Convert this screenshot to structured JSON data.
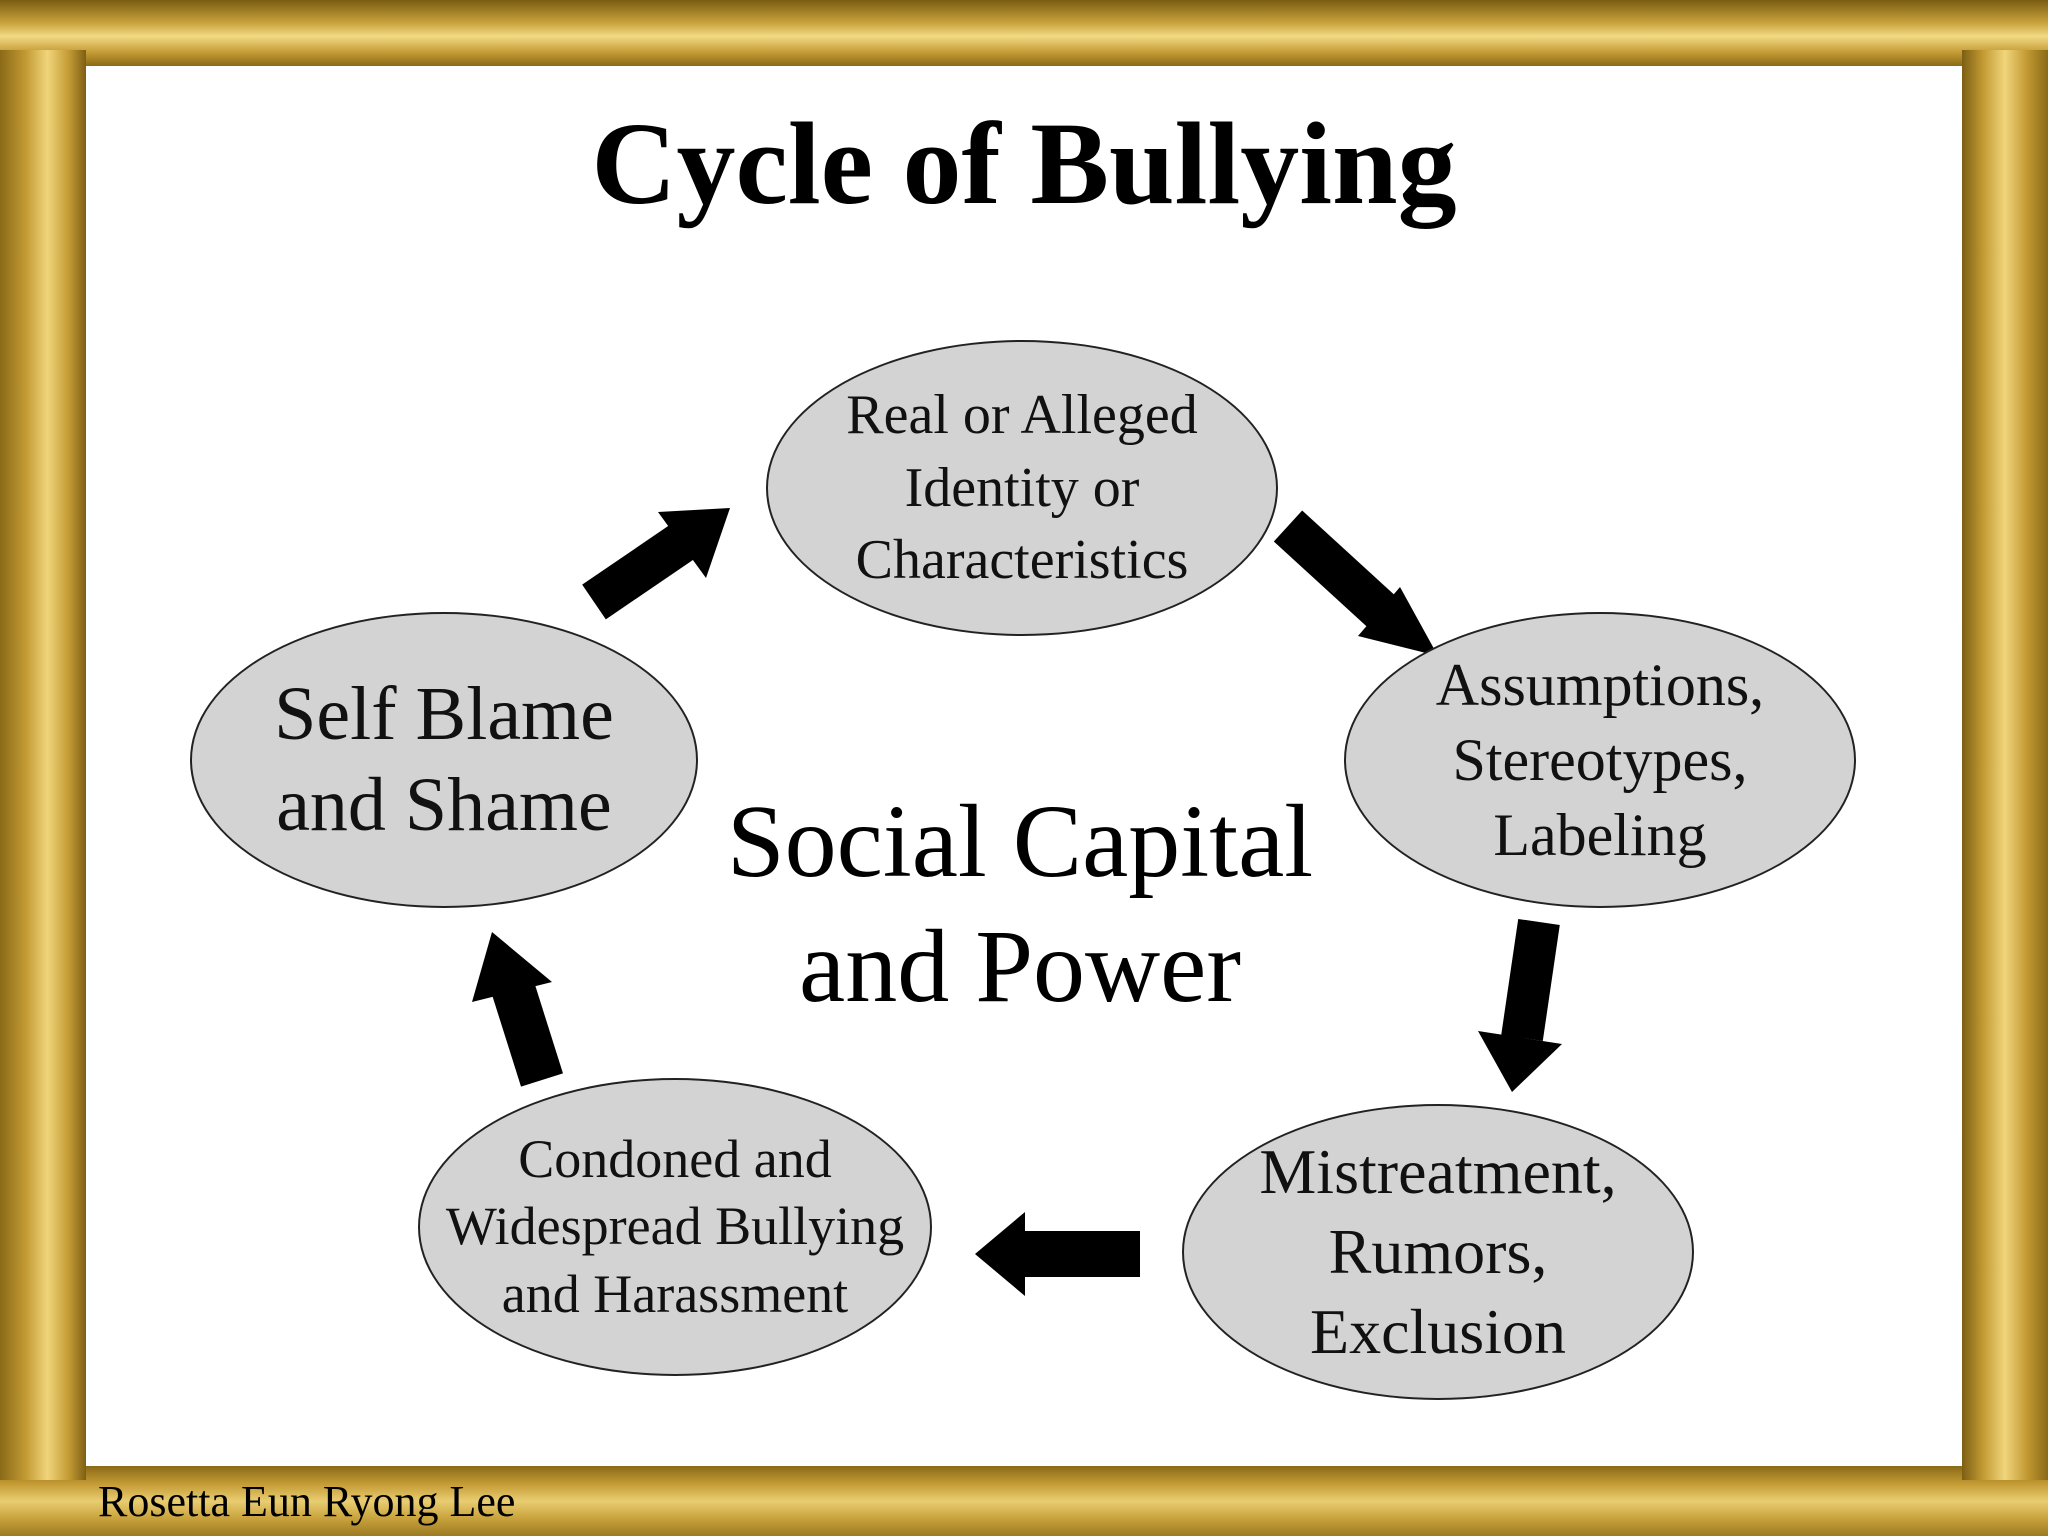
{
  "title": "Cycle of Bullying",
  "center_label": "Social Capital\nand Power",
  "nodes": [
    "Real or Alleged\nIdentity or\nCharacteristics",
    "Assumptions,\nStereotypes,\nLabeling",
    "Mistreatment,\nRumors,\nExclusion",
    "Condoned and\nWidespread Bullying\nand Harassment",
    "Self Blame\nand Shame"
  ],
  "author": "Rosetta Eun Ryong Lee",
  "colors": {
    "node_fill": "#d3d3d3",
    "arrow": "#000000",
    "frame_gold": "#c9a43a"
  }
}
